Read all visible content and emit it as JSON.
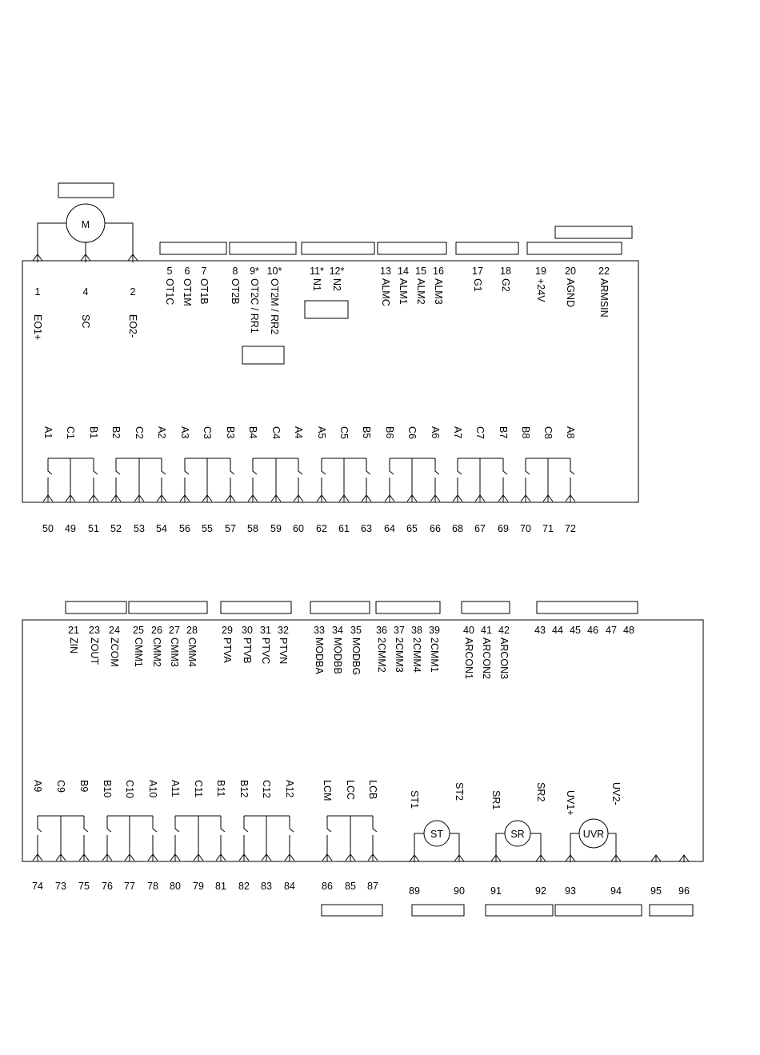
{
  "colors": {
    "line": "#000000",
    "background": "#ffffff"
  },
  "top": {
    "motor_label": "M",
    "motor_terminals": [
      {
        "num": "1",
        "name": "EO1+"
      },
      {
        "num": "4",
        "name": "SC"
      },
      {
        "num": "2",
        "name": "EO2-"
      }
    ],
    "upper_terminals": [
      {
        "num": "5",
        "name": "OT1C"
      },
      {
        "num": "6",
        "name": "OT1M"
      },
      {
        "num": "7",
        "name": "OT1B"
      },
      {
        "num": "8",
        "name": "OT2B"
      },
      {
        "num": "9*",
        "name": "OT2C / RR1"
      },
      {
        "num": "10*",
        "name": "OT2M / RR2"
      },
      {
        "num": "11*",
        "name": "N1"
      },
      {
        "num": "12*",
        "name": "N2"
      },
      {
        "num": "13",
        "name": "ALMC"
      },
      {
        "num": "14",
        "name": "ALM1"
      },
      {
        "num": "15",
        "name": "ALM2"
      },
      {
        "num": "16",
        "name": "ALM3"
      },
      {
        "num": "17",
        "name": "G1"
      },
      {
        "num": "18",
        "name": "G2"
      },
      {
        "num": "19",
        "name": "+24V"
      },
      {
        "num": "20",
        "name": "AGND"
      },
      {
        "num": "22",
        "name": "ARMSIN"
      }
    ],
    "contacts": [
      {
        "label": "A1",
        "num": "50"
      },
      {
        "label": "C1",
        "num": "49"
      },
      {
        "label": "B1",
        "num": "51"
      },
      {
        "label": "B2",
        "num": "52"
      },
      {
        "label": "C2",
        "num": "53"
      },
      {
        "label": "A2",
        "num": "54"
      },
      {
        "label": "A3",
        "num": "56"
      },
      {
        "label": "C3",
        "num": "55"
      },
      {
        "label": "B3",
        "num": "57"
      },
      {
        "label": "B4",
        "num": "58"
      },
      {
        "label": "C4",
        "num": "59"
      },
      {
        "label": "A4",
        "num": "60"
      },
      {
        "label": "A5",
        "num": "62"
      },
      {
        "label": "C5",
        "num": "61"
      },
      {
        "label": "B5",
        "num": "63"
      },
      {
        "label": "B6",
        "num": "64"
      },
      {
        "label": "C6",
        "num": "65"
      },
      {
        "label": "A6",
        "num": "66"
      },
      {
        "label": "A7",
        "num": "68"
      },
      {
        "label": "C7",
        "num": "67"
      },
      {
        "label": "B7",
        "num": "69"
      },
      {
        "label": "B8",
        "num": "70"
      },
      {
        "label": "C8",
        "num": "71"
      },
      {
        "label": "A8",
        "num": "72"
      }
    ]
  },
  "bottom": {
    "upper_terminals": [
      {
        "num": "21",
        "name": "ZIN"
      },
      {
        "num": "23",
        "name": "ZOUT"
      },
      {
        "num": "24",
        "name": "ZCOM"
      },
      {
        "num": "25",
        "name": "CMM1"
      },
      {
        "num": "26",
        "name": "CMM2"
      },
      {
        "num": "27",
        "name": "CMM3"
      },
      {
        "num": "28",
        "name": "CMM4"
      },
      {
        "num": "29",
        "name": "PTVA"
      },
      {
        "num": "30",
        "name": "PTVB"
      },
      {
        "num": "31",
        "name": "PTVC"
      },
      {
        "num": "32",
        "name": "PTVN"
      },
      {
        "num": "33",
        "name": "MODBA"
      },
      {
        "num": "34",
        "name": "MODBB"
      },
      {
        "num": "35",
        "name": "MODBG"
      },
      {
        "num": "36",
        "name": "2CMM2"
      },
      {
        "num": "37",
        "name": "2CMM3"
      },
      {
        "num": "38",
        "name": "2CMM4"
      },
      {
        "num": "39",
        "name": "2CMM1"
      },
      {
        "num": "40",
        "name": "ARCON1"
      },
      {
        "num": "41",
        "name": "ARCON2"
      },
      {
        "num": "42",
        "name": "ARCON3"
      },
      {
        "num": "43",
        "name": ""
      },
      {
        "num": "44",
        "name": ""
      },
      {
        "num": "45",
        "name": ""
      },
      {
        "num": "46",
        "name": ""
      },
      {
        "num": "47",
        "name": ""
      },
      {
        "num": "48",
        "name": ""
      }
    ],
    "contacts": [
      {
        "label": "A9",
        "num": "74"
      },
      {
        "label": "C9",
        "num": "73"
      },
      {
        "label": "B9",
        "num": "75"
      },
      {
        "label": "B10",
        "num": "76"
      },
      {
        "label": "C10",
        "num": "77"
      },
      {
        "label": "A10",
        "num": "78"
      },
      {
        "label": "A11",
        "num": "80"
      },
      {
        "label": "C11",
        "num": "79"
      },
      {
        "label": "B11",
        "num": "81"
      },
      {
        "label": "B12",
        "num": "82"
      },
      {
        "label": "C12",
        "num": "83"
      },
      {
        "label": "A12",
        "num": "84"
      },
      {
        "label": "LCM",
        "num": "86"
      },
      {
        "label": "LCC",
        "num": "85"
      },
      {
        "label": "LCB",
        "num": "87"
      }
    ],
    "coils": [
      {
        "label": "ST",
        "left_label": "ST1",
        "right_label": "ST2",
        "left_num": "89",
        "right_num": "90"
      },
      {
        "label": "SR",
        "left_label": "SR1",
        "right_label": "SR2",
        "left_num": "91",
        "right_num": "92"
      },
      {
        "label": "UVR",
        "left_label": "UV1+",
        "right_label": "UV2-",
        "left_num": "93",
        "right_num": "94"
      }
    ],
    "extra_terminals": [
      "95",
      "96"
    ]
  }
}
